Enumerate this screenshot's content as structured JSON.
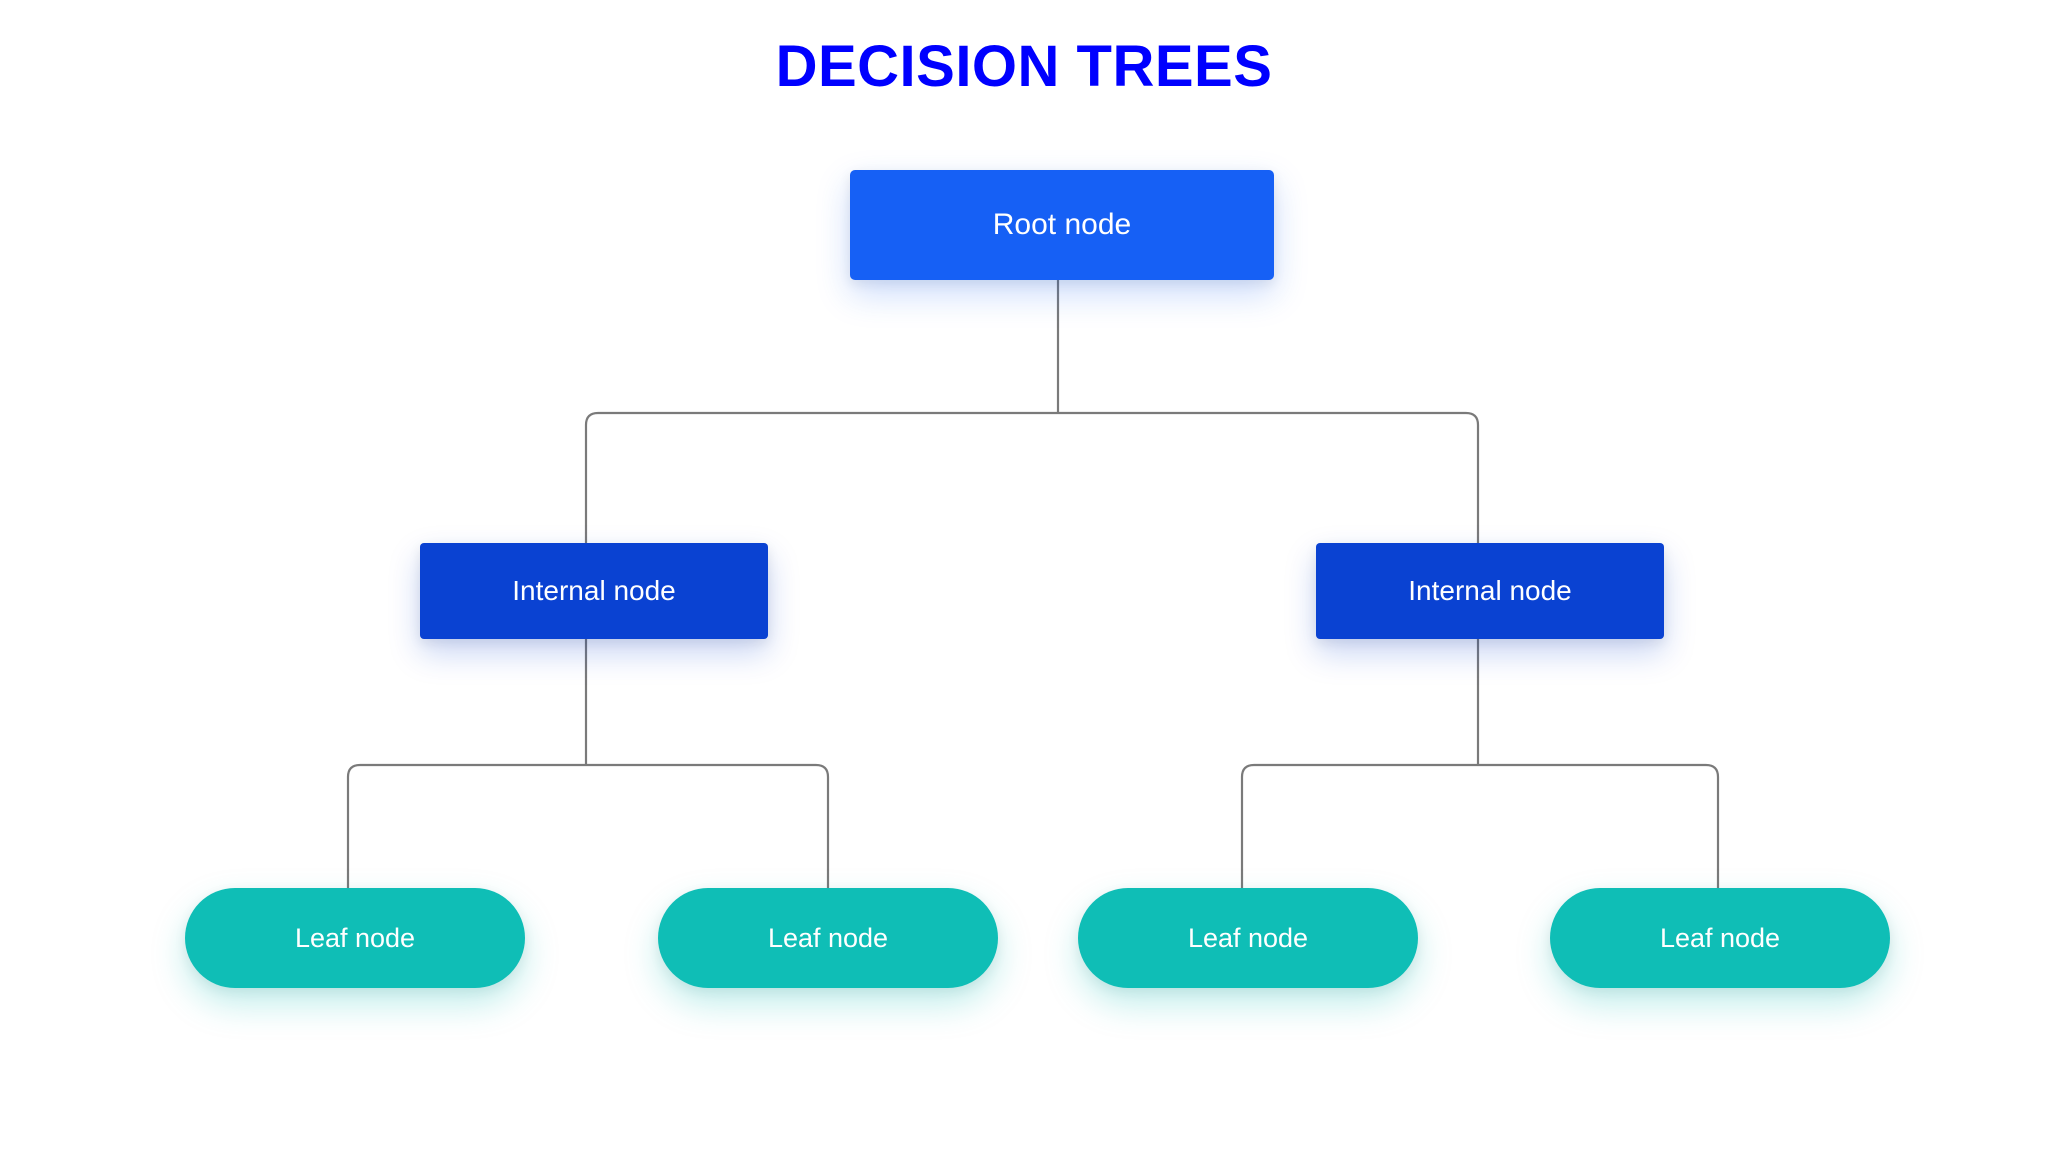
{
  "page": {
    "title": "DECISION TREES",
    "background_color": "#ffffff",
    "title_color": "#0000ff"
  },
  "palette": {
    "root_node": "#1660f5",
    "internal_node": "#0a42d2",
    "leaf_node": "#0fbeb6",
    "connector_line": "#7a7a7a",
    "node_label": "#ffffff"
  },
  "tree": {
    "root": {
      "label": "Root node"
    },
    "internal": [
      {
        "label": "Internal node"
      },
      {
        "label": "Internal node"
      }
    ],
    "leaves": [
      {
        "label": "Leaf node"
      },
      {
        "label": "Leaf node"
      },
      {
        "label": "Leaf node"
      },
      {
        "label": "Leaf node"
      }
    ]
  },
  "diagram_data": {
    "type": "tree",
    "levels": 3,
    "nodes": [
      {
        "id": "root",
        "label": "Root node",
        "level": 0,
        "shape": "rectangle",
        "color": "#1660f5"
      },
      {
        "id": "internal-left",
        "label": "Internal node",
        "level": 1,
        "shape": "rectangle",
        "color": "#0a42d2"
      },
      {
        "id": "internal-right",
        "label": "Internal node",
        "level": 1,
        "shape": "rectangle",
        "color": "#0a42d2"
      },
      {
        "id": "leaf-1",
        "label": "Leaf node",
        "level": 2,
        "shape": "pill",
        "color": "#0fbeb6"
      },
      {
        "id": "leaf-2",
        "label": "Leaf node",
        "level": 2,
        "shape": "pill",
        "color": "#0fbeb6"
      },
      {
        "id": "leaf-3",
        "label": "Leaf node",
        "level": 2,
        "shape": "pill",
        "color": "#0fbeb6"
      },
      {
        "id": "leaf-4",
        "label": "Leaf node",
        "level": 2,
        "shape": "pill",
        "color": "#0fbeb6"
      }
    ],
    "edges": [
      {
        "from": "root",
        "to": "internal-left"
      },
      {
        "from": "root",
        "to": "internal-right"
      },
      {
        "from": "internal-left",
        "to": "leaf-1"
      },
      {
        "from": "internal-left",
        "to": "leaf-2"
      },
      {
        "from": "internal-right",
        "to": "leaf-3"
      },
      {
        "from": "internal-right",
        "to": "leaf-4"
      }
    ]
  }
}
